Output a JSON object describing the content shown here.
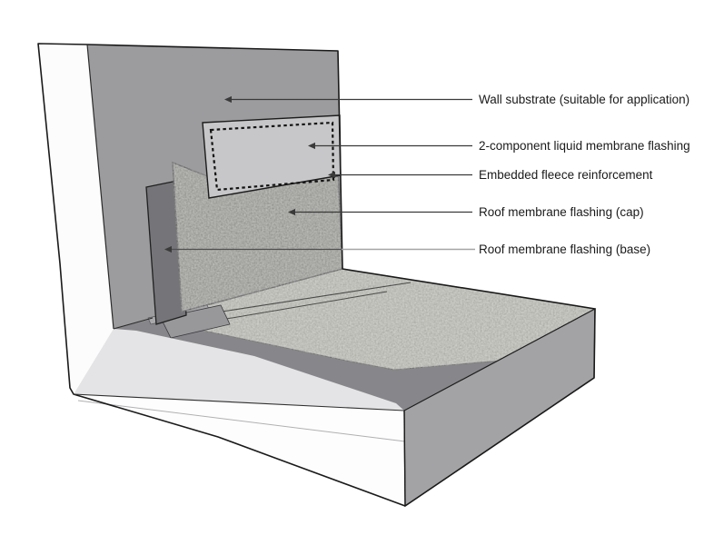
{
  "figure": {
    "kind": "construction-detail-diagram"
  },
  "labels": [
    {
      "text": "Wall substrate (suitable for application)"
    },
    {
      "text": "2-component liquid membrane flashing"
    },
    {
      "text": "Embedded fleece reinforcement"
    },
    {
      "text": "Roof membrane flashing (cap)"
    },
    {
      "text": "Roof membrane flashing (base)"
    }
  ],
  "colors": {
    "background": "#ffffff",
    "wall_substrate": "#9c9c9f",
    "wall_edge": "#fcfcfc",
    "deck_border": "#87878b",
    "roof_membrane": "#a8a8a0",
    "cap_flashing": "#85857f",
    "base_flashing": "#757579",
    "liquid_membrane": "#c7c7c9",
    "fleece_dash": "#141414",
    "skirt": "#e4e4e6",
    "deck_side": "#a3a3a6",
    "deck_front": "#fdfdfd",
    "patch": "#98989b",
    "strip_detail": "#a9a9ac",
    "outline": "#1a1a1a",
    "leader_dark": "#3a3a3a",
    "leader_light": "#a5a5a5",
    "label_text": "#1a1a1a"
  }
}
